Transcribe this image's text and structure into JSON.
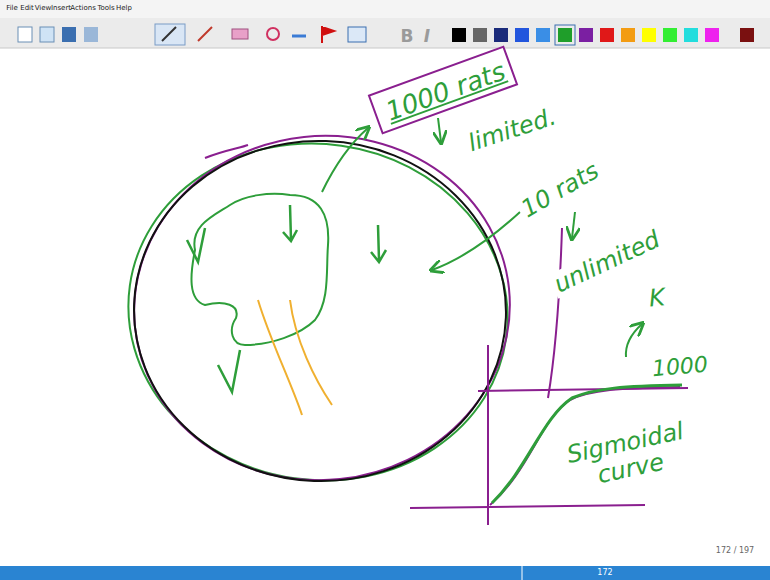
{
  "diagram": {
    "nodes": [
      {
        "text": [
          "1000 rats"
        ]
      }
    ],
    "labels": [
      "File",
      "Edit",
      "View",
      "Insert",
      "Actions",
      "Tools",
      "Help",
      "B",
      "I",
      "limited.",
      "10 rats",
      "unlimited",
      "K",
      "1000",
      "Sigmoidal curve",
      "172 / 197",
      "172"
    ]
  }
}
